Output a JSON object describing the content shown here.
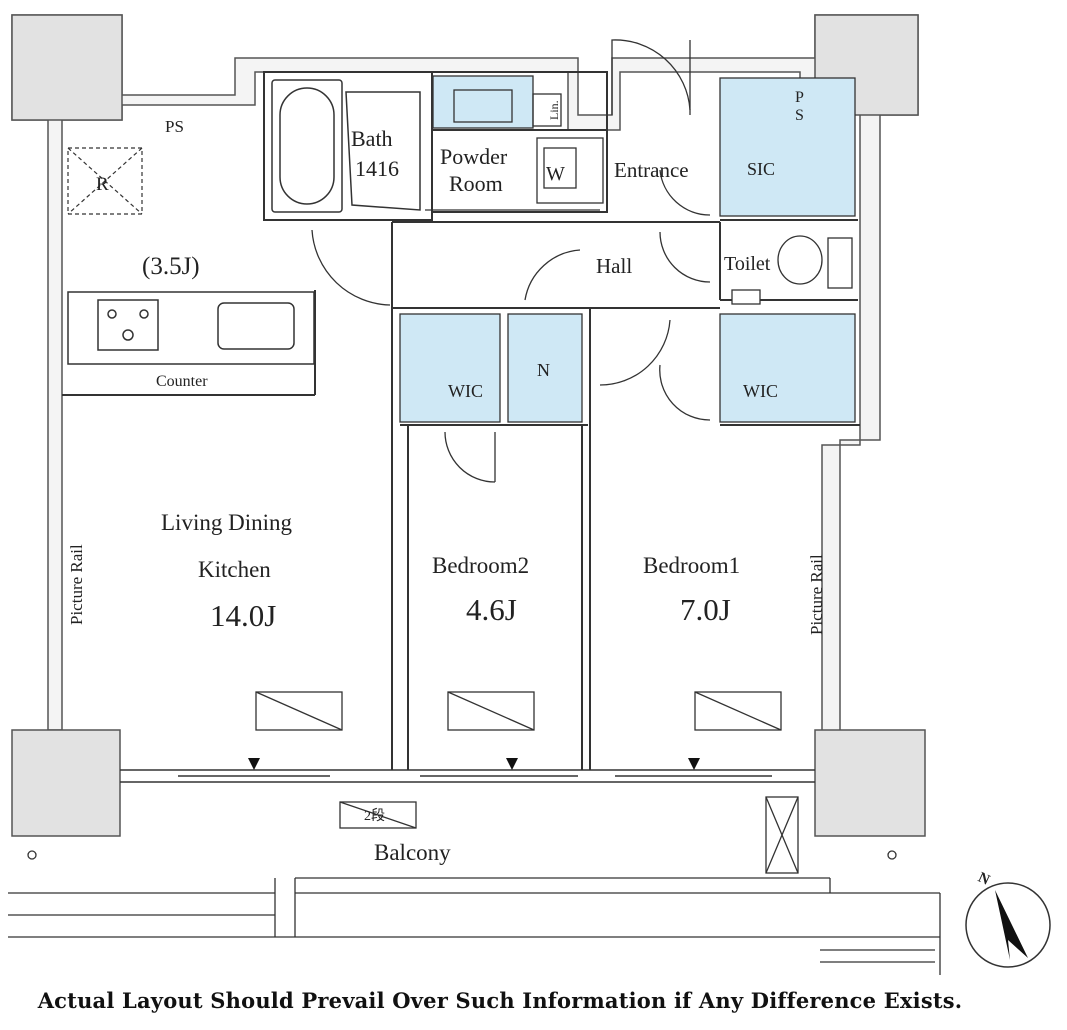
{
  "labels": {
    "ps_left": "PS",
    "ps_right_1": "P",
    "ps_right_2": "S",
    "refrigerator": "R",
    "bath_1": "Bath",
    "bath_2": "1416",
    "linen": "Lin.",
    "powder_1": "Powder",
    "powder_2": "Room",
    "washer": "W",
    "entrance": "Entrance",
    "sic": "SIC",
    "hall": "Hall",
    "toilet": "Toilet",
    "kitchen_size": "(3.5J)",
    "counter": "Counter",
    "wic_left": "WIC",
    "wic_right": "WIC",
    "n_closet": "N",
    "ldk_1": "Living Dining",
    "ldk_2": "Kitchen",
    "ldk_size": "14.0J",
    "bed2": "Bedroom2",
    "bed2_size": "4.6J",
    "bed1": "Bedroom1",
    "bed1_size": "7.0J",
    "picture_rail_left": "Picture Rail",
    "picture_rail_right": "Picture Rail",
    "step": "2段",
    "balcony": "Balcony",
    "north": "N"
  },
  "caption": "Actual Layout Should Prevail Over Such Information if Any Difference Exists.",
  "colors": {
    "storage_fill": "#cfe8f5",
    "wall": "#9a9a9a",
    "line": "#333333"
  }
}
